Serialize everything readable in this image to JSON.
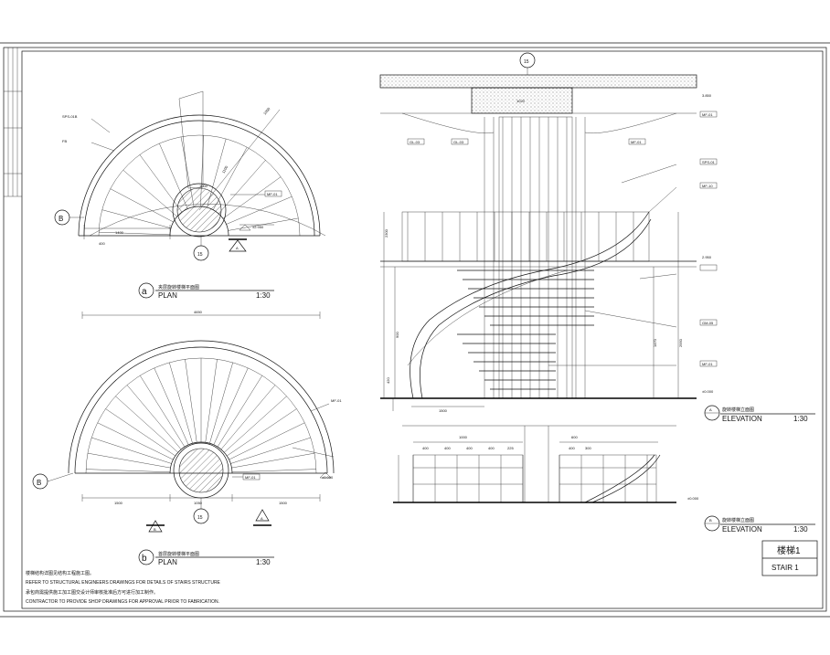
{
  "plan_a": {
    "title_cn": "夹层旋转楼梯平面图",
    "title_en": "PLAN",
    "scale": "1:30",
    "letter": "a",
    "grid_b": "B",
    "grid_15": "15",
    "section_mark": "A",
    "dims": [
      "1400",
      "1000",
      "1100",
      "400",
      "1000"
    ],
    "level": "±2.950",
    "tags": [
      "SPS-01B",
      "FB",
      "MF-01"
    ]
  },
  "plan_b": {
    "title_cn": "首层旋转楼梯平面图",
    "title_en": "PLAN",
    "scale": "1:30",
    "letter": "b",
    "grid_b": "B",
    "grid_15": "15",
    "section_mark_1": "B",
    "section_mark_2": "A",
    "dims_bottom": [
      "1500",
      "1050",
      "1500"
    ],
    "dims_top": [
      "4650"
    ],
    "level": "±0.000",
    "tags": [
      "MF-01",
      "MF-01"
    ]
  },
  "elev_a": {
    "title_cn": "旋转楼梯立面图",
    "title_en": "ELEVATION",
    "scale": "1:30",
    "mark": "A",
    "grid_15": "15",
    "dims": [
      "1020",
      "2300",
      "1470",
      "2950",
      "900",
      "420",
      "1500"
    ],
    "levels": [
      "3.850",
      "2.950",
      "±0.000"
    ],
    "tags": [
      "GL-03",
      "GL-03",
      "MF-01",
      "MF-01",
      "MF-10",
      "SPS-01",
      "GM-05",
      "MF-01"
    ]
  },
  "elev_b": {
    "title_cn": "旋转楼梯立面图",
    "title_en": "ELEVATION",
    "scale": "1:30",
    "mark": "B",
    "dims": [
      "1000",
      "400",
      "400",
      "400",
      "400",
      "225",
      "600",
      "400",
      "300"
    ],
    "level": "±0.000"
  },
  "title_block": {
    "name_cn": "楼梯1",
    "name_en": "STAIR 1"
  },
  "notes": [
    "楼梯结构详图见结构工程施工图。",
    "REFER TO STRUCTURAL ENGINEERS DRAWINGS FOR DETAILS OF STAIRS STRUCTURE",
    "承包商需提供施工加工图交设计师审核批准后方可进行加工制作。",
    "CONTRACTOR TO PROVIDE SHOP DRAWINGS FOR APPROVAL PRIOR TO FABRICATION."
  ]
}
